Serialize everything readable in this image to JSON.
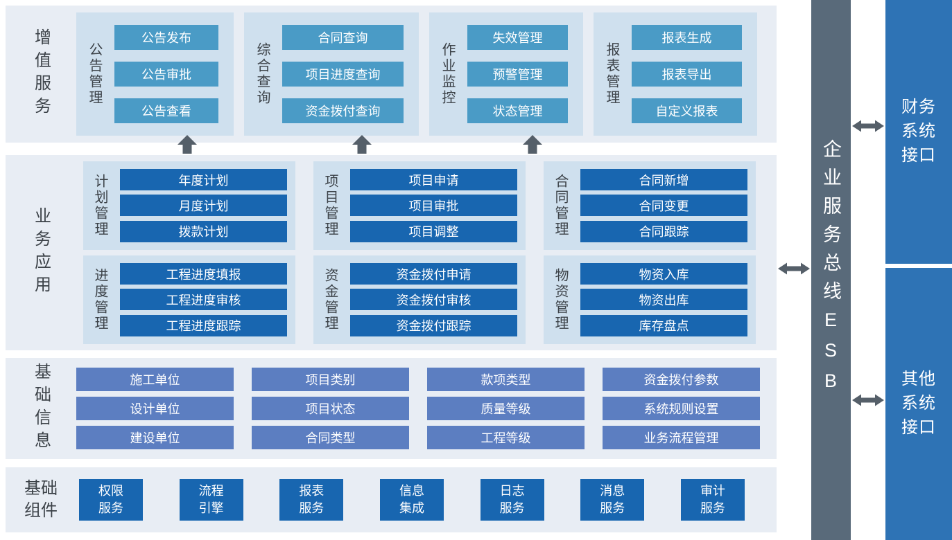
{
  "colors": {
    "band_background": "#e8edf4",
    "group_background": "#cfe0ee",
    "teal_button": "#4a9bc6",
    "dark_blue_button": "#1866b0",
    "slate_blue_button": "#5c7ec1",
    "esb_bar": "#596a7a",
    "interface_box": "#2e73b5",
    "arrow": "#555f69"
  },
  "bands": {
    "value_added": {
      "label": "增值服务",
      "groups": [
        {
          "label": "公告管理",
          "items": [
            "公告发布",
            "公告审批",
            "公告查看"
          ]
        },
        {
          "label": "综合查询",
          "items": [
            "合同查询",
            "项目进度查询",
            "资金拨付查询"
          ]
        },
        {
          "label": "作业监控",
          "items": [
            "失效管理",
            "预警管理",
            "状态管理"
          ]
        },
        {
          "label": "报表管理",
          "items": [
            "报表生成",
            "报表导出",
            "自定义报表"
          ]
        }
      ]
    },
    "business": {
      "label": "业务应用",
      "rows": [
        [
          {
            "label": "计划管理",
            "items": [
              "年度计划",
              "月度计划",
              "拨款计划"
            ]
          },
          {
            "label": "项目管理",
            "items": [
              "项目申请",
              "项目审批",
              "项目调整"
            ]
          },
          {
            "label": "合同管理",
            "items": [
              "合同新增",
              "合同变更",
              "合同跟踪"
            ]
          }
        ],
        [
          {
            "label": "进度管理",
            "items": [
              "工程进度填报",
              "工程进度审核",
              "工程进度跟踪"
            ]
          },
          {
            "label": "资金管理",
            "items": [
              "资金拨付申请",
              "资金拨付审核",
              "资金拨付跟踪"
            ]
          },
          {
            "label": "物资管理",
            "items": [
              "物资入库",
              "物资出库",
              "库存盘点"
            ]
          }
        ]
      ]
    },
    "basic_info": {
      "label": "基础信息",
      "rows": [
        [
          "施工单位",
          "项目类别",
          "款项类型",
          "资金拨付参数"
        ],
        [
          "设计单位",
          "项目状态",
          "质量等级",
          "系统规则设置"
        ],
        [
          "建设单位",
          "合同类型",
          "工程等级",
          "业务流程管理"
        ]
      ]
    },
    "components": {
      "label_lines": [
        "基础",
        "组件"
      ],
      "items": [
        [
          "权限",
          "服务"
        ],
        [
          "流程",
          "引擎"
        ],
        [
          "报表",
          "服务"
        ],
        [
          "信息",
          "集成"
        ],
        [
          "日志",
          "服务"
        ],
        [
          "消息",
          "服务"
        ],
        [
          "审计",
          "服务"
        ]
      ]
    }
  },
  "esb": {
    "label": "企业服务总线ESB"
  },
  "interfaces": [
    {
      "lines": [
        "财务",
        "系统",
        "接口"
      ]
    },
    {
      "lines": [
        "其他",
        "系统",
        "接口"
      ]
    }
  ]
}
